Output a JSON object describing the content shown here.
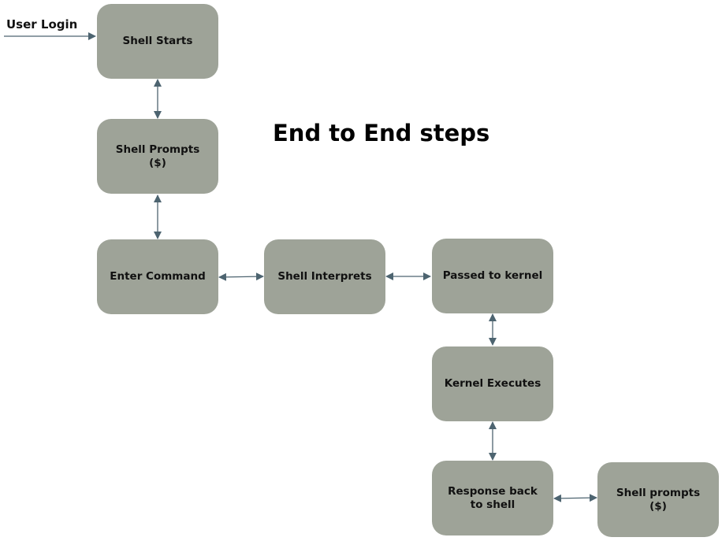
{
  "title": "End to End steps",
  "entry_label": "User Login",
  "colors": {
    "node_fill": "#9ea398",
    "connector": "#4d6470"
  },
  "nodes": [
    {
      "id": "shell-starts",
      "label": "Shell Starts"
    },
    {
      "id": "shell-prompts",
      "label": "Shell Prompts\n($)"
    },
    {
      "id": "enter-command",
      "label": "Enter Command"
    },
    {
      "id": "shell-interprets",
      "label": "Shell Interprets"
    },
    {
      "id": "passed-to-kernel",
      "label": "Passed to kernel"
    },
    {
      "id": "kernel-executes",
      "label": "Kernel Executes"
    },
    {
      "id": "response-back",
      "label": "Response back\nto shell"
    },
    {
      "id": "shell-prompts-final",
      "label": "Shell prompts\n($)"
    }
  ],
  "edges": [
    {
      "from": "User Login",
      "to": "Shell Starts",
      "direction": "one-way"
    },
    {
      "from": "Shell Starts",
      "to": "Shell Prompts ($)",
      "direction": "two-way"
    },
    {
      "from": "Shell Prompts ($)",
      "to": "Enter Command",
      "direction": "two-way"
    },
    {
      "from": "Enter Command",
      "to": "Shell Interprets",
      "direction": "two-way"
    },
    {
      "from": "Shell Interprets",
      "to": "Passed to kernel",
      "direction": "two-way"
    },
    {
      "from": "Passed to kernel",
      "to": "Kernel Executes",
      "direction": "two-way"
    },
    {
      "from": "Kernel Executes",
      "to": "Response back to shell",
      "direction": "two-way"
    },
    {
      "from": "Response back to shell",
      "to": "Shell prompts ($)",
      "direction": "two-way"
    }
  ]
}
